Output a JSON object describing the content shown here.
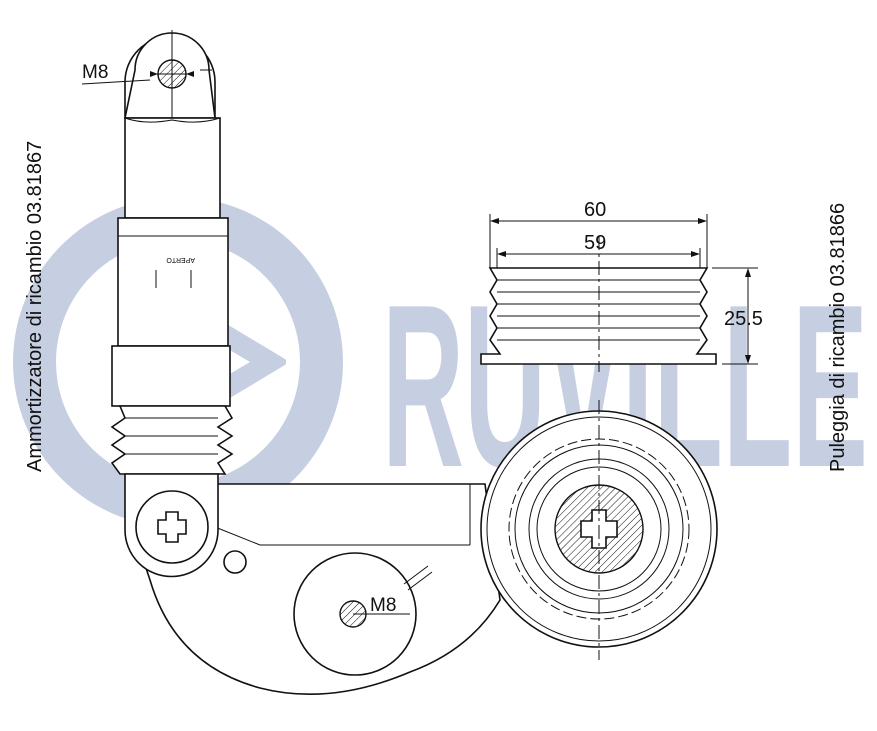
{
  "brand": {
    "logo_text": "RUVILLE",
    "watermark_color": "#c6cfe2"
  },
  "labels": {
    "tensioner_caption": "Ammortizzatore di ricambio 03.81867",
    "pulley_caption": "Puleggia di ricambio 03.81866",
    "top_bolt": "M8",
    "pivot_bolt": "M8",
    "open_mark": "APERTO"
  },
  "dimensions": {
    "outer_width": "60",
    "inner_width": "59",
    "height": "25.5"
  },
  "colors": {
    "line": "#111111",
    "background": "#ffffff"
  }
}
